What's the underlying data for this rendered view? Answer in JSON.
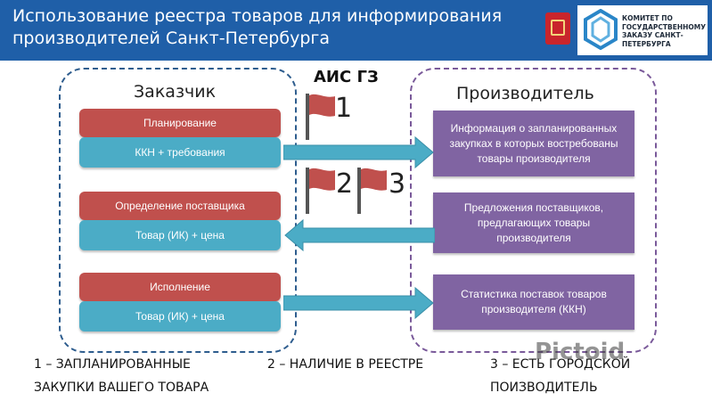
{
  "header": {
    "title": "Использование реестра товаров для информирования производителей Санкт-Петербурга",
    "logo_text": "КОМИТЕТ ПО ГОСУДАРСТВЕННОМУ ЗАКАЗУ САНКТ-ПЕТЕРБУРГА"
  },
  "center": {
    "ais_label": "АИС ГЗ"
  },
  "left_group": {
    "title": "Заказчик",
    "stages": [
      {
        "stage": "Планирование",
        "detail": "ККН + требования"
      },
      {
        "stage": "Определение поставщика",
        "detail": "Товар (ИК) + цена"
      },
      {
        "stage": "Исполнение",
        "detail": "Товар (ИК) + цена"
      }
    ]
  },
  "right_group": {
    "title": "Производитель",
    "boxes": [
      "Информация о запланированных закупках в которых востребованы товары производителя",
      "Предложения поставщиков, предлагающих товары производителя",
      "Статистика поставок товаров производителя (ККН)"
    ]
  },
  "flags": [
    "1",
    "2",
    "3"
  ],
  "captions": {
    "c1": "1 – ЗАПЛАНИРОВАННЫЕ ЗАКУПКИ ВАШЕГО ТОВАРА",
    "c2": "2 – НАЛИЧИЕ В РЕЕСТРЕ",
    "c3": "3 – ЕСТЬ ГОРОДСКОЙ ПОИЗВОДИТЕЛЬ"
  },
  "watermark": "Pictoid",
  "colors": {
    "header": "#1f5fa8",
    "stage_red": "#c0504d",
    "stage_blue": "#4bacc6",
    "info_purple": "#8064a2",
    "arrow": "#4bacc6",
    "flag": "#c0504d"
  }
}
